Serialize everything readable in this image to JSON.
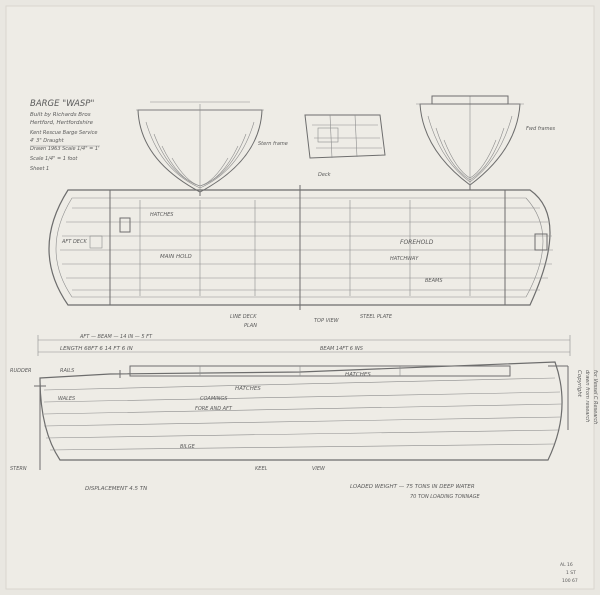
{
  "title_block": {
    "heading": "BARGE \"WASP\"",
    "line1": "Built by Richards Bros",
    "line2": "Hertford, Hertfordshire",
    "line3": "Kent Rescue Barge Service",
    "line4": "4' 3\"  Draught",
    "line5": "Drawn 1963  Scale 1/4\" = 1'",
    "line6": "Scale 1/4\" = 1 foot",
    "line7": "Sheet 1"
  },
  "section_labels": {
    "body_aft": "Stern frame",
    "body_fwd": "Fwd frames",
    "deck": "Deck"
  },
  "plan_labels": {
    "aft_deck": "AFT DECK",
    "main_hatch": "HATCHES",
    "main_hold": "MAIN HOLD",
    "fore_hold": "FOREHOLD",
    "line_deck": "LINE DECK",
    "plan": "PLAN",
    "top_view": "TOP VIEW",
    "steel_plate": "STEEL PLATE",
    "hatchway": "HATCHWAY",
    "beams": "BEAMS"
  },
  "dimensions": {
    "aft": "AFT",
    "length_line": "LENGTH  68FT  6  14 FT  6 IN",
    "breadth_line": "AFT — BEAM — 14 IN — 5 FT",
    "fwd": "BEAM 14FT  6 INS"
  },
  "profile_labels": {
    "hatches": "HATCHES",
    "hatches2": "HATCHES",
    "coamings": "COAMINGS",
    "fore_and_aft": "FORE AND AFT",
    "rails": "RAILS",
    "wales": "WALES",
    "rudder": "RUDDER",
    "stern": "STERN",
    "bilge": "BILGE",
    "keel": "KEEL",
    "view": "VIEW"
  },
  "notes": {
    "displacement": "DISPLACEMENT  4.5 TN",
    "loaded_weight": "LOADED WEIGHT — 75 TONS IN DEEP WATER",
    "tonnage": "70 TON LOADING TONNAGE"
  },
  "copyright": {
    "line1": "Copyright",
    "line2": "drawn from research",
    "line3": "for Vessel C Research"
  },
  "stamp": {
    "line1": "AL 16",
    "line2": "1 ST",
    "line3": "100 67"
  }
}
